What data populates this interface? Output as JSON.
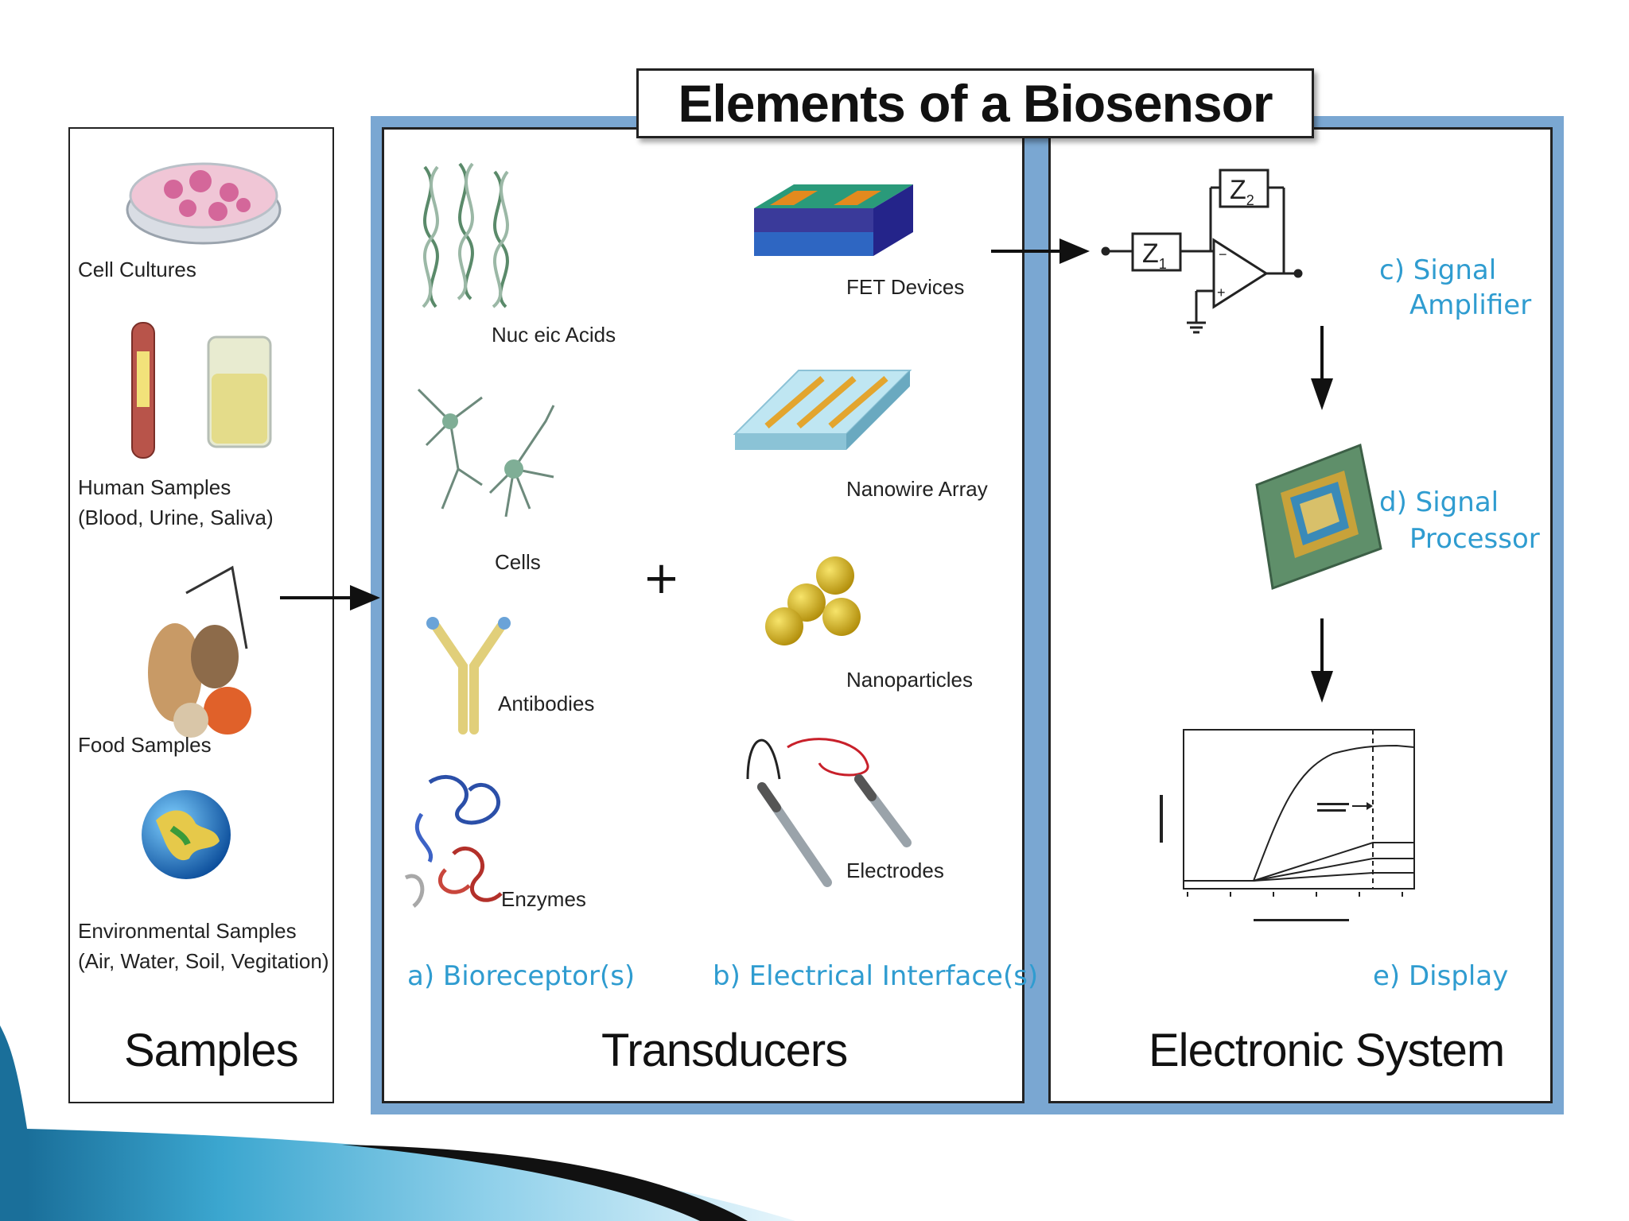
{
  "title": "Elements of a Biosensor",
  "samples": {
    "caption": "Samples",
    "items": [
      {
        "line1": "Cell Cultures",
        "line2": ""
      },
      {
        "line1": "Human Samples",
        "line2": "(Blood, Urine, Saliva)"
      },
      {
        "line1": "Food Samples",
        "line2": ""
      },
      {
        "line1": "Environmental Samples",
        "line2": "(Air, Water, Soil, Vegitation)"
      }
    ]
  },
  "transducers": {
    "caption": "Transducers",
    "plus": "+",
    "bioreceptors": {
      "heading": "a) Bioreceptor(s)",
      "items": [
        "Nuc eic Acids",
        "Cells",
        "Antibodies",
        "Enzymes"
      ]
    },
    "interfaces": {
      "heading": "b) Electrical Interface(s)",
      "items": [
        "FET Devices",
        "Nanowire Array",
        "Nanoparticles",
        "Electrodes"
      ]
    }
  },
  "electronic_system": {
    "caption": "Electronic System",
    "amplifier": {
      "line1": "c) Signal",
      "line2": "Amplifier",
      "z1": "Z",
      "z1_sub": "1",
      "z2": "Z",
      "z2_sub": "2"
    },
    "processor": {
      "line1": "d) Signal",
      "line2": "Processor"
    },
    "display": {
      "label": "e) Display"
    }
  },
  "colors": {
    "accent_blue": "#2f9cd0",
    "frame_blue": "#7aa7d2"
  }
}
